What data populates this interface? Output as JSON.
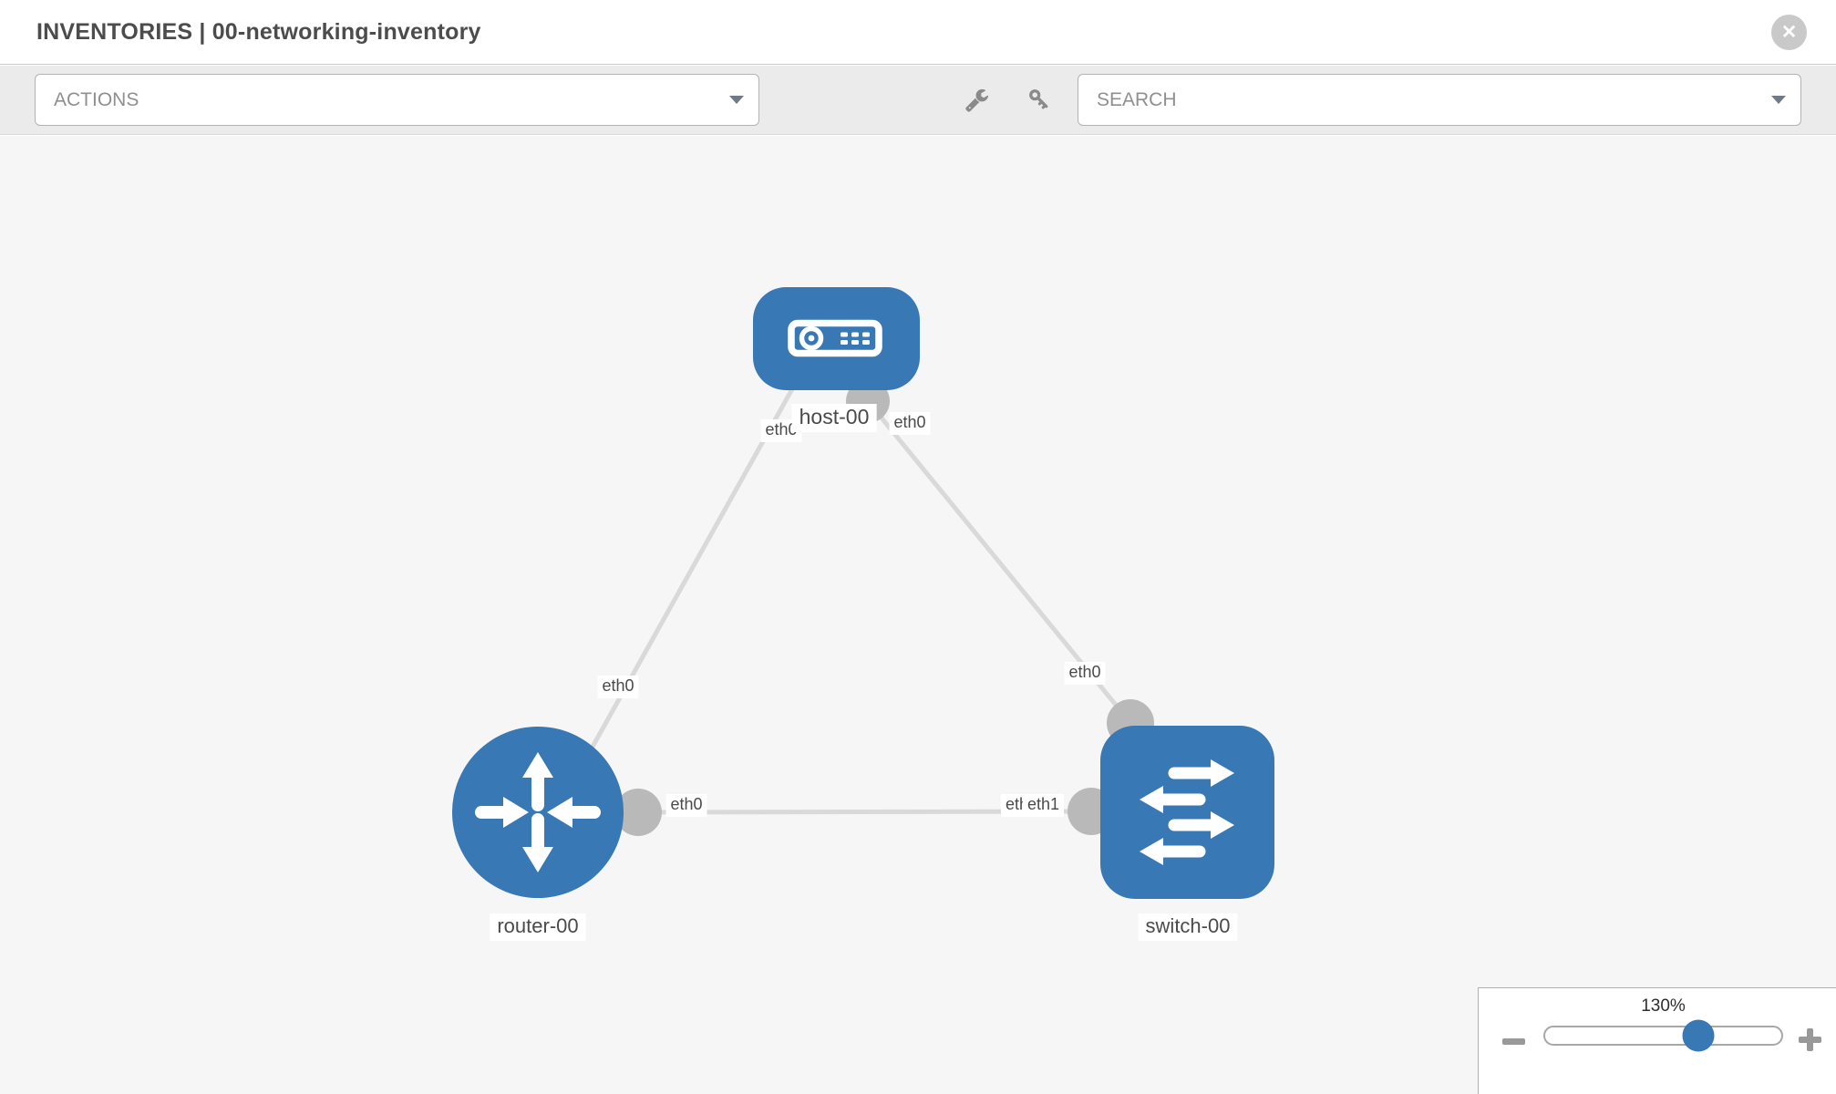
{
  "header": {
    "title": "INVENTORIES | 00-networking-inventory",
    "close_label": "✕"
  },
  "toolbar": {
    "actions_label": "ACTIONS",
    "search_label": "SEARCH"
  },
  "icons": {
    "close": "close-icon",
    "wrench": "wrench-icon",
    "key": "key-icon",
    "actions_caret": "chevron-down-icon",
    "search_caret": "chevron-down-icon",
    "zoom_minus": "minus-icon",
    "zoom_plus": "plus-icon",
    "host": "host-device-icon",
    "router": "router-arrows-icon",
    "switch": "switch-arrows-icon"
  },
  "topology": {
    "nodes": [
      {
        "name": "host-00",
        "type": "host"
      },
      {
        "name": "router-00",
        "type": "router"
      },
      {
        "name": "switch-00",
        "type": "switch"
      }
    ],
    "links": [
      {
        "source": "host-00",
        "target": "router-00",
        "source_port": "eth0",
        "target_port": "eth0"
      },
      {
        "source": "host-00",
        "target": "switch-00",
        "source_port": "eth0",
        "target_port": "eth0"
      },
      {
        "source": "router-00",
        "target": "switch-00",
        "source_port": "eth0",
        "target_port": "eth1",
        "target_port_underlay": "eth0"
      }
    ]
  },
  "zoom_control": {
    "level": "130%"
  },
  "colors": {
    "node_blue": "#3778b5",
    "link_gray": "#d9d9d9",
    "port_gray": "#b9b9b9",
    "canvas_bg": "#f6f6f6"
  }
}
